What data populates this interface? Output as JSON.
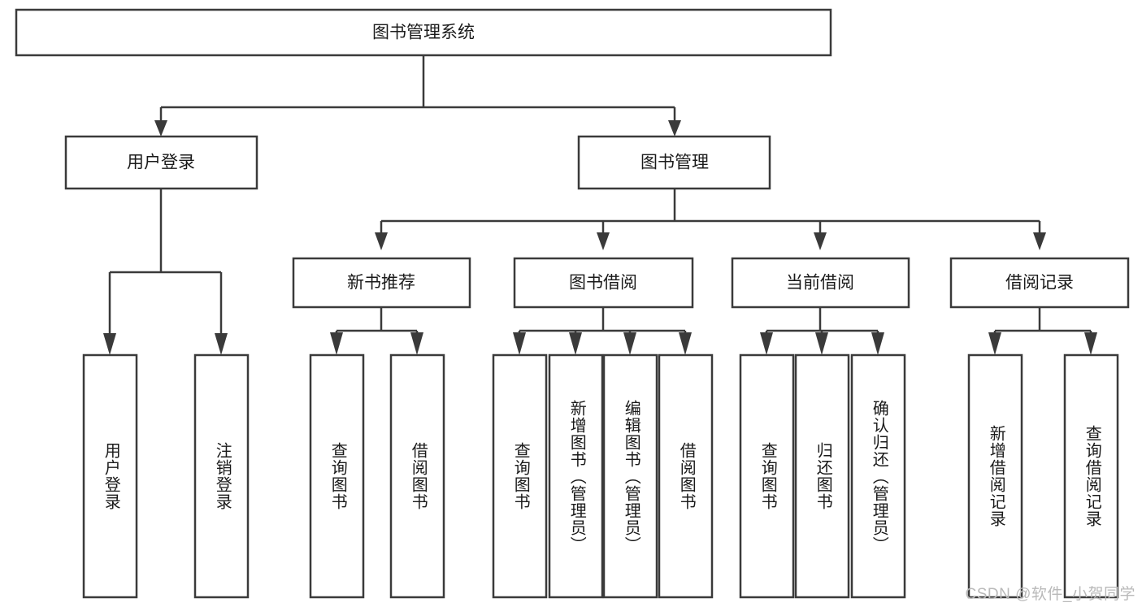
{
  "diagram": {
    "type": "tree-hierarchy",
    "title": "图书管理系统",
    "orientation": "top-down",
    "colors": {
      "box_stroke": "#3a3a3a",
      "box_fill": "#ffffff",
      "text": "#1a1a1a",
      "watermark": "#b9b9b9"
    },
    "root": {
      "label": "图书管理系统"
    },
    "level2": [
      {
        "label": "用户登录"
      },
      {
        "label": "图书管理"
      }
    ],
    "level3": [
      {
        "label": "新书推荐"
      },
      {
        "label": "图书借阅"
      },
      {
        "label": "当前借阅"
      },
      {
        "label": "借阅记录"
      }
    ],
    "leaves": {
      "user_login": [
        {
          "label": "用户登录"
        },
        {
          "label": "注销登录"
        }
      ],
      "new_book_recommend": [
        {
          "label": "查询图书"
        },
        {
          "label": "借阅图书"
        }
      ],
      "book_borrow": [
        {
          "label": "查询图书"
        },
        {
          "label": "新增图书（管理员）"
        },
        {
          "label": "编辑图书（管理员）"
        },
        {
          "label": "借阅图书"
        }
      ],
      "current_borrow": [
        {
          "label": "查询图书"
        },
        {
          "label": "归还图书"
        },
        {
          "label": "确认归还（管理员）"
        }
      ],
      "borrow_record": [
        {
          "label": "新增借阅记录"
        },
        {
          "label": "查询借阅记录"
        }
      ]
    }
  },
  "watermark": {
    "text": "CSDN @软件_小贺同学"
  }
}
